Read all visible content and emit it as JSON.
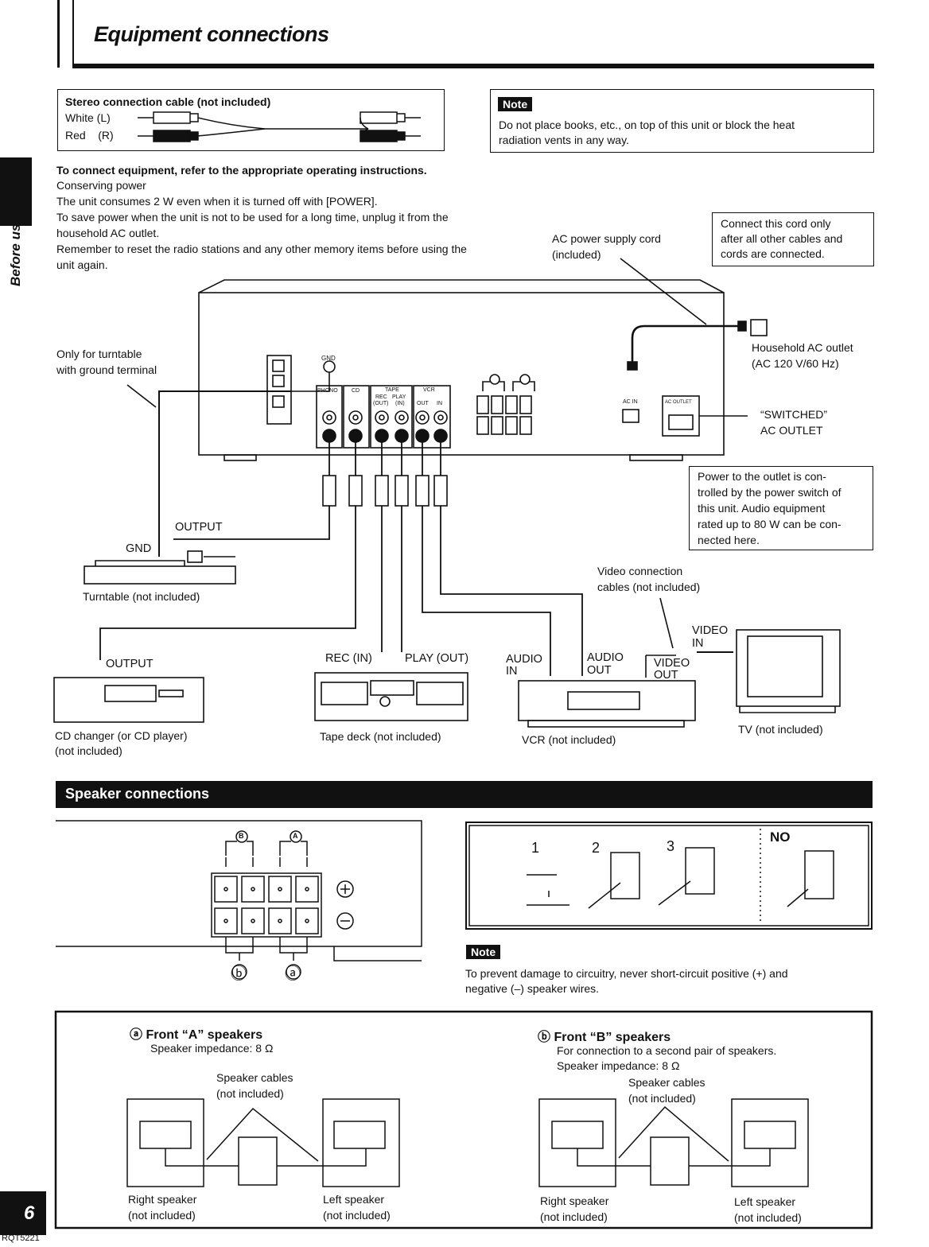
{
  "header": {
    "title": "Equipment connections"
  },
  "side": {
    "section": "Before use"
  },
  "cable_box": {
    "title": "Stereo connection cable (not included)",
    "white": "White (L)",
    "red": "Red    (R)"
  },
  "note_top": {
    "tag": "Note",
    "text_1": "Do not place books, etc., on top of this unit or block the heat",
    "text_2": "radiation vents in any way."
  },
  "intro": {
    "heading": "To connect equipment, refer to the appropriate operating instructions.",
    "line_1": "Conserving power",
    "line_2": "The unit consumes 2 W even when it is turned off with [POWER].",
    "line_3": "To save power when the unit is not to be used for a long time, unplug it from the",
    "line_4": "household AC outlet.",
    "line_5": "Remember to reset the radio stations and any other memory items before using the",
    "line_6": "unit again."
  },
  "cord_box": {
    "line_1": "Connect this cord only",
    "line_2": "after all other cables and",
    "line_3": "cords are connected."
  },
  "ac_cord": {
    "line_1": "AC power supply cord",
    "line_2": "(included)"
  },
  "outlet": {
    "line_1": "Household AC outlet",
    "line_2": "(AC 120 V/60 Hz)"
  },
  "switched": {
    "line_1": "“SWITCHED”",
    "line_2": "AC OUTLET"
  },
  "power_box": {
    "line_1": "Power to the outlet is con-",
    "line_2": "trolled by the power switch of",
    "line_3": "this unit. Audio equipment",
    "line_4": "rated up to 80 W can be con-",
    "line_5": "nected here."
  },
  "turntable_note": {
    "line_1": "Only for turntable",
    "line_2": "with ground terminal"
  },
  "panel_labels": {
    "gnd": "GND",
    "phono": "PHONO",
    "cd": "CD",
    "tape": "TAPE",
    "rec": "REC",
    "play": "PLAY",
    "out_p": "(OUT)",
    "in_p": "(IN)",
    "vcr": "VCR",
    "out": "OUT",
    "in": "IN",
    "ac_in": "AC IN",
    "ac_outlet": "AC OUTLET"
  },
  "diagram": {
    "output_tt": "OUTPUT",
    "gnd": "GND",
    "turntable": "Turntable (not included)",
    "video_cables_1": "Video connection",
    "video_cables_2": "cables (not included)",
    "video_in_1": "VIDEO",
    "video_in_2": "IN",
    "output_cd": "OUTPUT",
    "rec_in": "REC (IN)",
    "play_out": "PLAY (OUT)",
    "audio_in_1": "AUDIO",
    "audio_in_2": "IN",
    "audio_out_1": "AUDIO",
    "audio_out_2": "OUT",
    "video_out_1": "VIDEO",
    "video_out_2": "OUT",
    "cd_changer_1": "CD changer (or CD player)",
    "cd_changer_2": "(not included)",
    "tape_deck": "Tape deck (not included)",
    "vcr": "VCR (not included)",
    "tv": "TV (not included)"
  },
  "speaker_section": {
    "title": "Speaker connections"
  },
  "terminal_labels": {
    "b": "B",
    "a": "A",
    "circ_b": "ⓑ",
    "circ_a": "ⓐ"
  },
  "steps": {
    "s1": "1",
    "s2": "2",
    "s3": "3",
    "no": "NO"
  },
  "note_bottom": {
    "tag": "Note",
    "line_1": "To prevent damage to circuitry, never short-circuit positive (+) and",
    "line_2": "negative (–) speaker wires."
  },
  "front_a": {
    "title": "ⓐ Front “A” speakers",
    "impedance": "Speaker impedance: 8 Ω",
    "cables_1": "Speaker cables",
    "cables_2": "(not included)",
    "right_1": "Right speaker",
    "right_2": "(not included)",
    "left_1": "Left speaker",
    "left_2": "(not included)"
  },
  "front_b": {
    "title": "ⓑ Front “B” speakers",
    "desc": "For connection to a second pair of speakers.",
    "impedance": "Speaker impedance: 8 Ω",
    "cables_1": "Speaker cables",
    "cables_2": "(not included)",
    "right_1": "Right speaker",
    "right_2": "(not included)",
    "left_1": "Left speaker",
    "left_2": "(not included)"
  },
  "footer": {
    "page": "6",
    "code": "RQT5221"
  }
}
